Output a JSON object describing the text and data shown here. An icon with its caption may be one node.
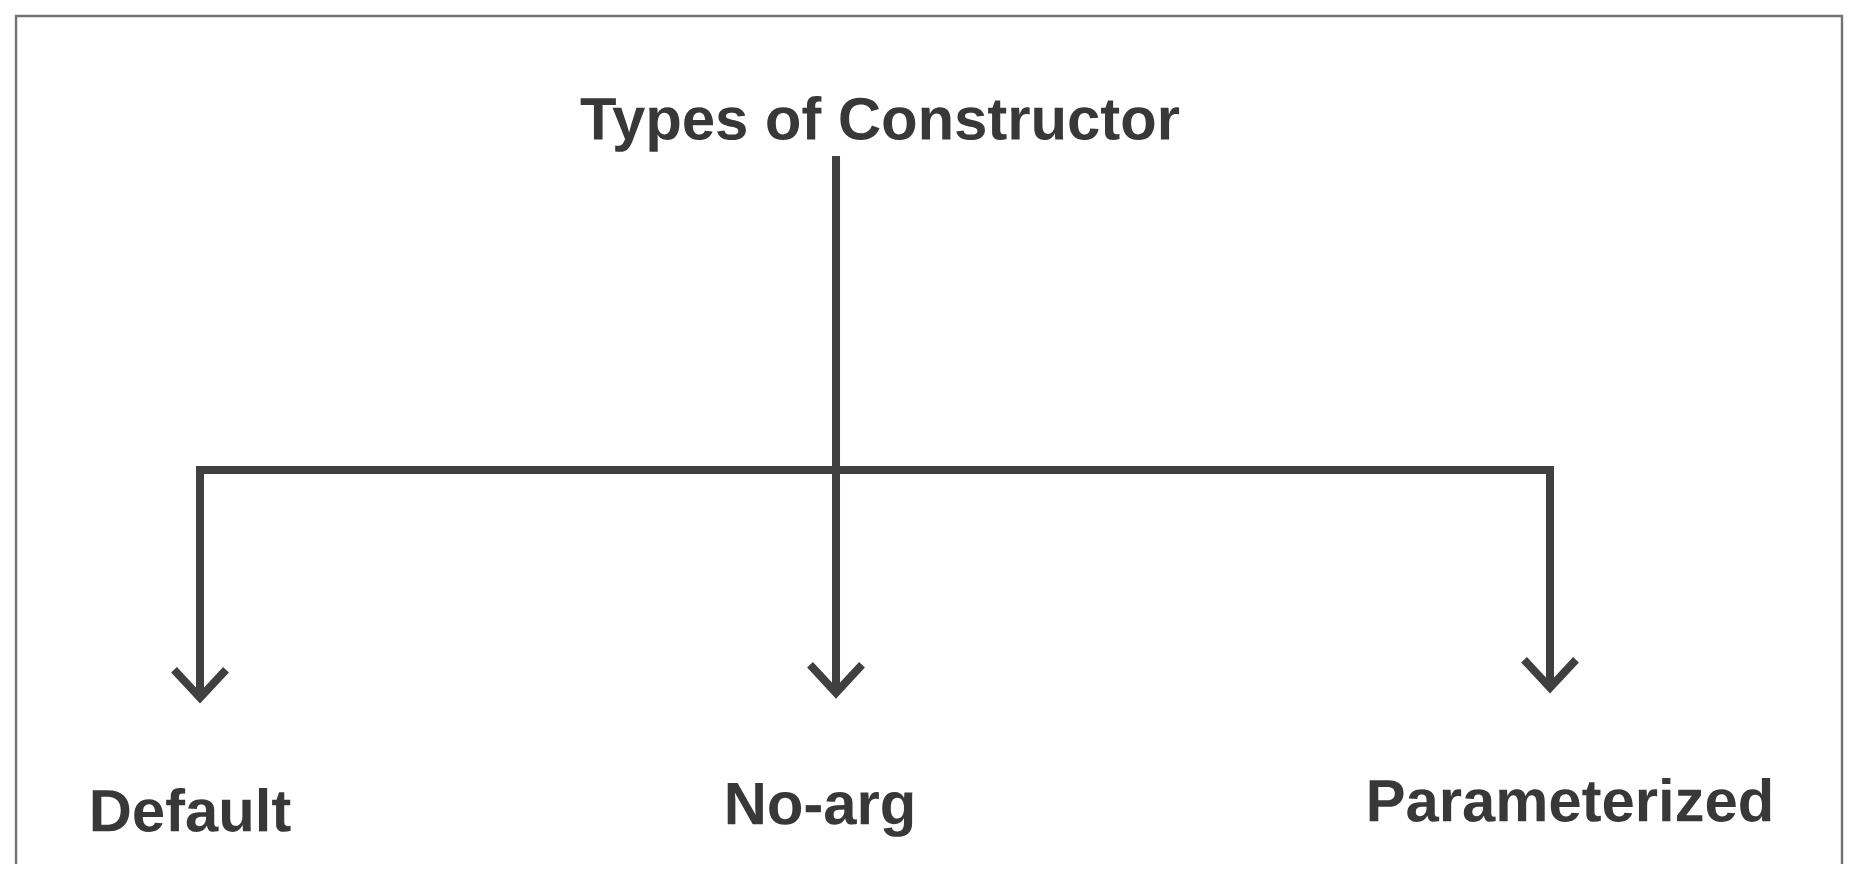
{
  "diagram": {
    "nodes": [
      {
        "text": [
          "Types of Constructor"
        ]
      },
      {
        "text": [
          "Default"
        ]
      },
      {
        "text": [
          "No-arg"
        ]
      },
      {
        "text": [
          "Parameterized"
        ]
      }
    ],
    "edges": [
      {
        "from": 0,
        "to": 1,
        "arrow": "to"
      },
      {
        "from": 0,
        "to": 2,
        "arrow": "to"
      },
      {
        "from": 0,
        "to": 3,
        "arrow": "to"
      }
    ]
  }
}
